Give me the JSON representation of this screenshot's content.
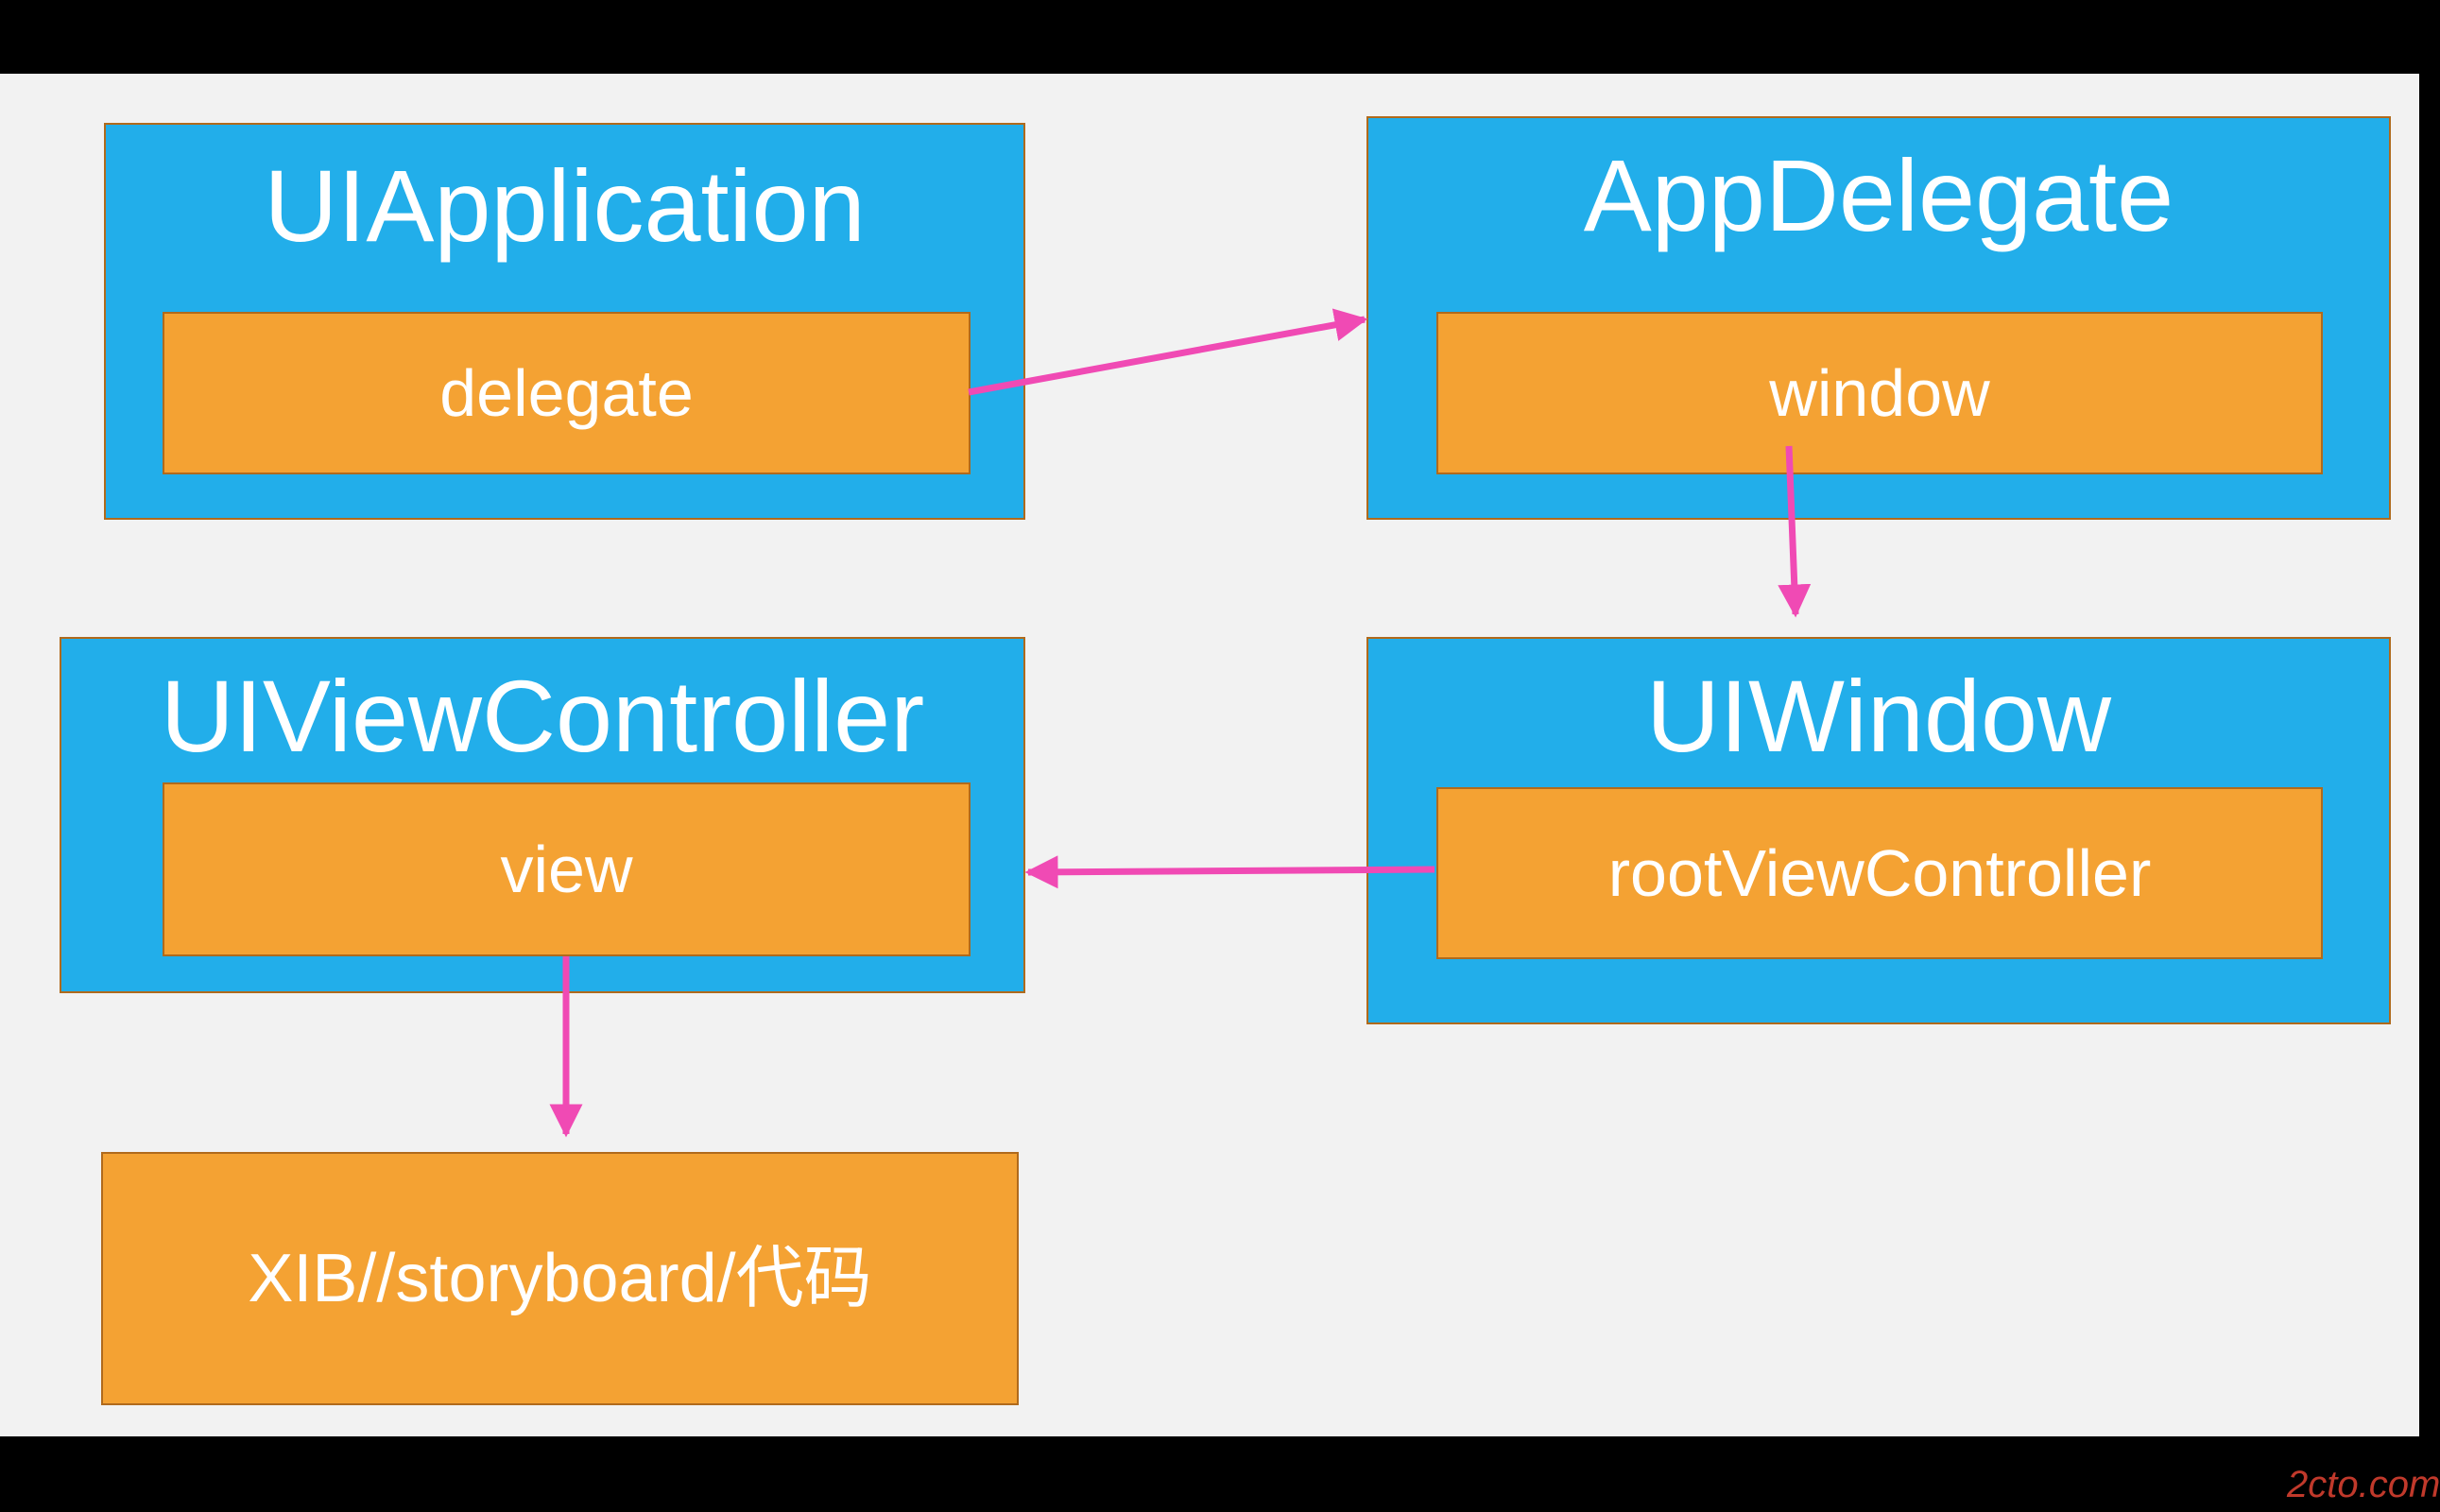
{
  "nodes": {
    "uiapplication": {
      "title": "UIApplication",
      "property": "delegate"
    },
    "appdelegate": {
      "title": "AppDelegate",
      "property": "window"
    },
    "uiviewcontroller": {
      "title": "UIViewController",
      "property": "view"
    },
    "uiwindow": {
      "title": "UIWindow",
      "property": "rootViewController"
    },
    "source": {
      "label": "XIB//storyboard/代码"
    }
  },
  "edges": [
    {
      "from": "uiapplication.delegate",
      "to": "appdelegate"
    },
    {
      "from": "appdelegate.window",
      "to": "uiwindow"
    },
    {
      "from": "uiwindow.rootViewController",
      "to": "uiviewcontroller"
    },
    {
      "from": "uiviewcontroller.view",
      "to": "source"
    }
  ],
  "colors": {
    "background": "#f2f2f2",
    "frame_bars": "#000000",
    "outer_box": "#22aeea",
    "inner_box": "#f4a233",
    "box_border": "#b06a1c",
    "arrow": "#f04ab4",
    "text": "#ffffff"
  },
  "watermark": {
    "text": "2cto.com"
  }
}
